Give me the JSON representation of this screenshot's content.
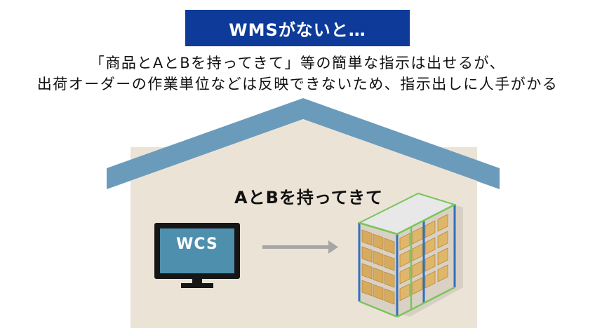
{
  "title": "WMSがないと…",
  "description": {
    "line1": "「商品とAとBを持ってきて」等の簡単な指示は出せるが、",
    "line2": "出荷オーダーの作業単位などは反映できないため、指示出しに人手がかる"
  },
  "instruction": "AとBを持ってきて",
  "monitor": {
    "label": "WCS"
  },
  "colors": {
    "banner": "#0e3b9a",
    "roof": "#6b9bbb",
    "house": "#ece3d7",
    "monitor_screen": "#4f8fae",
    "monitor_frame": "#161616",
    "arrow": "#a6a6a6",
    "rack_frame": "#2f6fbf",
    "rack_rail": "#79c55a",
    "box": "#d7aa5d"
  }
}
